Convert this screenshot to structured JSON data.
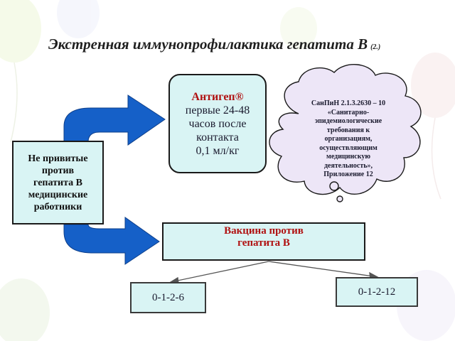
{
  "title": {
    "main": "Экстренная иммунопрофилактика гепатита В",
    "note": "(2.)"
  },
  "left_box": {
    "lines": [
      "Не привитые",
      "против",
      "гепатита В",
      "медицинские",
      "работники"
    ]
  },
  "antigen_box": {
    "header": "Антигеп®",
    "lines": [
      "первые 24-48",
      "часов после",
      "контакта",
      "0,1 мл/кг"
    ]
  },
  "cloud": {
    "lines": [
      "СанПиН 2.1.3.2630 – 10",
      "«Санитарно-",
      "эпидемиологические",
      "требования к",
      "организациям,",
      "осуществляющим",
      "медицинскую",
      "деятельность»,",
      "Приложение 12"
    ]
  },
  "vaccine_box": {
    "lines": [
      "Вакцина против",
      "гепатита В"
    ]
  },
  "schemes": [
    "0-1-2-6",
    "0-1-2-12"
  ],
  "colors": {
    "box_fill": "#d9f4f4",
    "arrow_blue": "#1560c8",
    "accent_red": "#b01010",
    "cloud_fill": "#ede6f7"
  }
}
